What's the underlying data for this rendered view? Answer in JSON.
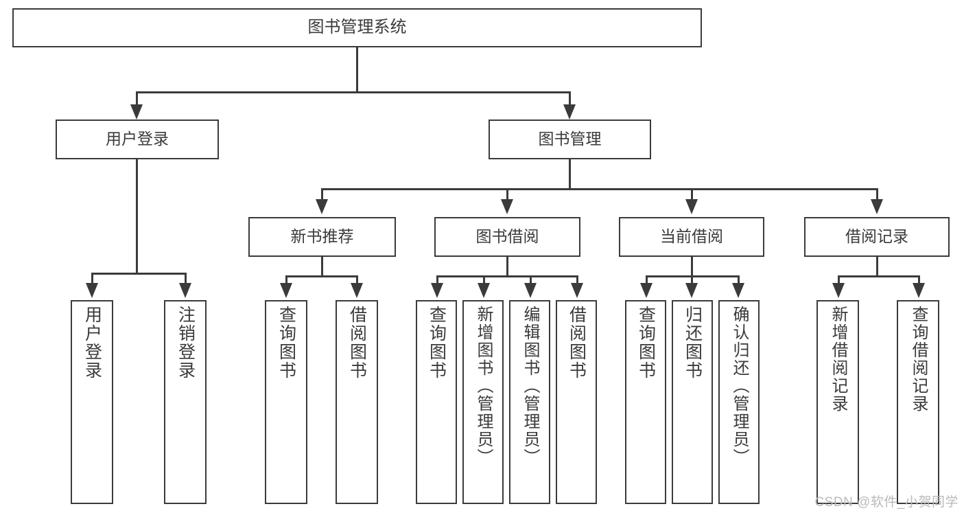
{
  "diagram": {
    "title": "图书管理系统",
    "root": {
      "label": "图书管理系统"
    },
    "level2": [
      {
        "id": "user-login",
        "label": "用户登录"
      },
      {
        "id": "book-manage",
        "label": "图书管理"
      }
    ],
    "level3": [
      {
        "id": "new-book-recommend",
        "label": "新书推荐"
      },
      {
        "id": "book-borrow",
        "label": "图书借阅"
      },
      {
        "id": "current-borrow",
        "label": "当前借阅"
      },
      {
        "id": "borrow-record",
        "label": "借阅记录"
      }
    ],
    "leaves": {
      "user_login": [
        {
          "id": "leaf-user-login",
          "label": "用户登录"
        },
        {
          "id": "leaf-logout",
          "label": "注销登录"
        }
      ],
      "new_book_recommend": [
        {
          "id": "leaf-query-book-1",
          "label": "查询图书"
        },
        {
          "id": "leaf-borrow-book-1",
          "label": "借阅图书"
        }
      ],
      "book_borrow": [
        {
          "id": "leaf-query-book-2",
          "label": "查询图书"
        },
        {
          "id": "leaf-add-book",
          "label": "新增图书（管理员）"
        },
        {
          "id": "leaf-edit-book",
          "label": "编辑图书（管理员）"
        },
        {
          "id": "leaf-borrow-book-2",
          "label": "借阅图书"
        }
      ],
      "current_borrow": [
        {
          "id": "leaf-query-book-3",
          "label": "查询图书"
        },
        {
          "id": "leaf-return-book",
          "label": "归还图书"
        },
        {
          "id": "leaf-confirm-return",
          "label": "确认归还（管理员）"
        }
      ],
      "borrow_record": [
        {
          "id": "leaf-add-record",
          "label": "新增借阅记录"
        },
        {
          "id": "leaf-query-record",
          "label": "查询借阅记录"
        }
      ]
    },
    "watermark": "CSDN @软件_小贺同学",
    "colors": {
      "stroke": "#3b3b3b",
      "text": "#3a3a3a",
      "background": "#ffffff",
      "watermark": "#b9b9b9"
    }
  }
}
